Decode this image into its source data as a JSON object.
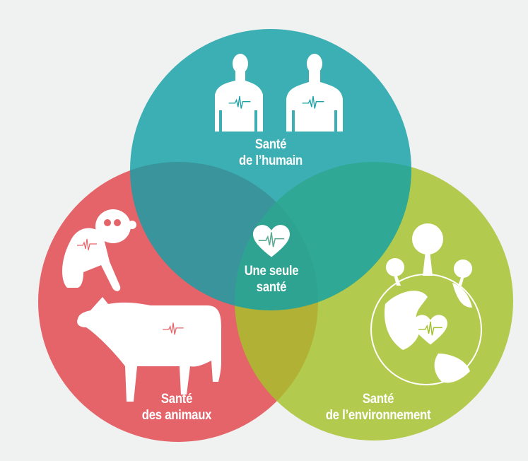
{
  "title": "Une seule santé",
  "circles": {
    "human": {
      "line1": "Santé",
      "line2": "de l’humain",
      "color": "#1aa2a6"
    },
    "animals": {
      "line1": "Santé",
      "line2": "des animaux",
      "color": "#e5646a"
    },
    "environment": {
      "line1": "Santé",
      "line2": "de l’environnement",
      "color": "#a3c22a"
    }
  },
  "center": {
    "line1": "Une seule",
    "line2": "santé"
  }
}
